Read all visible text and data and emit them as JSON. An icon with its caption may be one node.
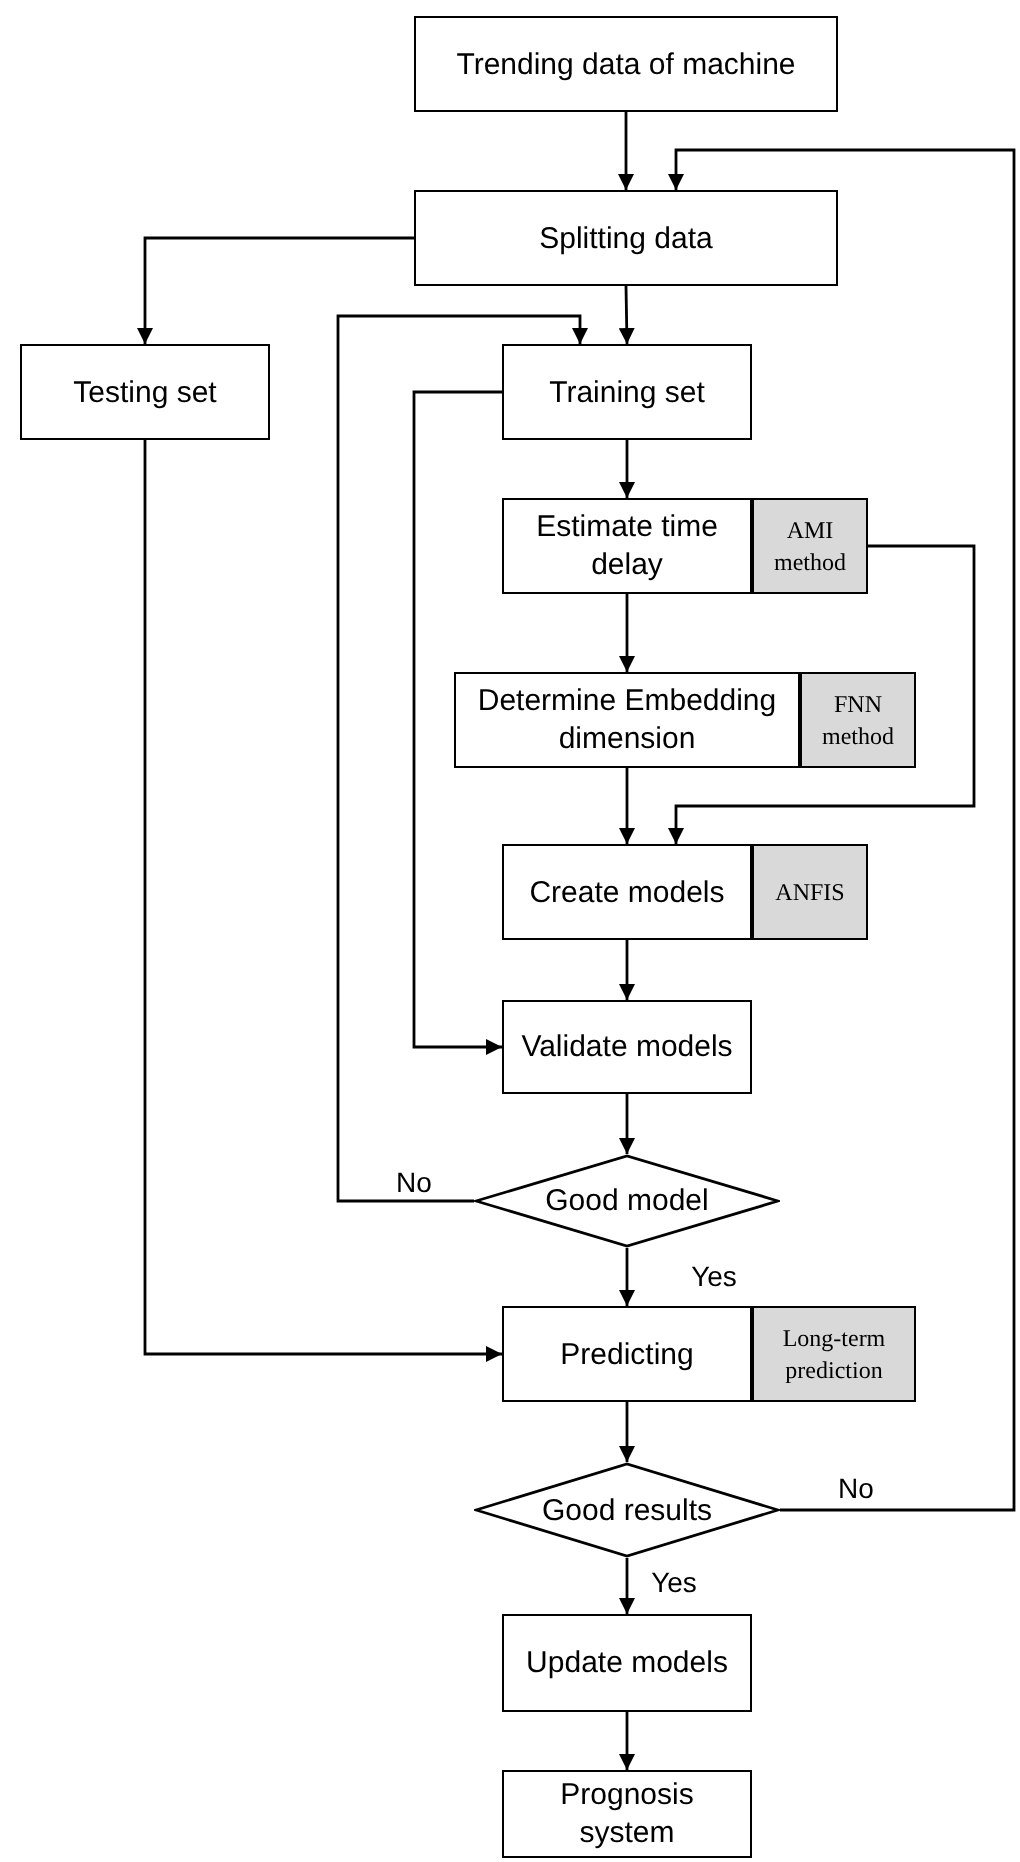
{
  "diagram": {
    "nodes": [
      {
        "text": [
          "Trending data of machine"
        ]
      },
      {
        "text": [
          "Splitting data"
        ]
      },
      {
        "text": [
          "Testing set"
        ]
      },
      {
        "text": [
          "Training set"
        ]
      },
      {
        "text": [
          "Estimate time delay"
        ]
      },
      {
        "text": [
          "AMI method"
        ]
      },
      {
        "text": [
          "Determine Embedding dimension"
        ]
      },
      {
        "text": [
          "FNN method"
        ]
      },
      {
        "text": [
          "Create models"
        ]
      },
      {
        "text": [
          "ANFIS"
        ]
      },
      {
        "text": [
          "Validate models"
        ]
      },
      {
        "text": [
          "Good model"
        ]
      },
      {
        "text": [
          "Predicting"
        ]
      },
      {
        "text": [
          "Long-term prediction"
        ]
      },
      {
        "text": [
          "Good results"
        ]
      },
      {
        "text": [
          "Update models"
        ]
      },
      {
        "text": [
          "Prognosis system"
        ]
      }
    ],
    "edges": [
      {
        "from": 0,
        "to": 1,
        "arrow": "to"
      },
      {
        "from": 14,
        "to": 1,
        "arrow": "to",
        "label": "No"
      },
      {
        "from": 1,
        "to": 2,
        "arrow": "to"
      },
      {
        "from": 1,
        "to": 3,
        "arrow": "to"
      },
      {
        "from": 11,
        "to": 3,
        "arrow": "to",
        "label": "No"
      },
      {
        "from": 3,
        "to": 10,
        "arrow": "to"
      },
      {
        "from": 3,
        "to": 4,
        "arrow": "to"
      },
      {
        "from": 4,
        "to": 6,
        "arrow": "to"
      },
      {
        "from": 5,
        "to": 8,
        "arrow": "to"
      },
      {
        "from": 6,
        "to": 8,
        "arrow": "to"
      },
      {
        "from": 8,
        "to": 10,
        "arrow": "to"
      },
      {
        "from": 10,
        "to": 11,
        "arrow": "to"
      },
      {
        "from": 11,
        "to": 12,
        "arrow": "to",
        "label": "Yes"
      },
      {
        "from": 2,
        "to": 12,
        "arrow": "to"
      },
      {
        "from": 12,
        "to": 14,
        "arrow": "to"
      },
      {
        "from": 14,
        "to": 15,
        "arrow": "to",
        "label": "Yes"
      },
      {
        "from": 15,
        "to": 16,
        "arrow": "to"
      }
    ]
  }
}
